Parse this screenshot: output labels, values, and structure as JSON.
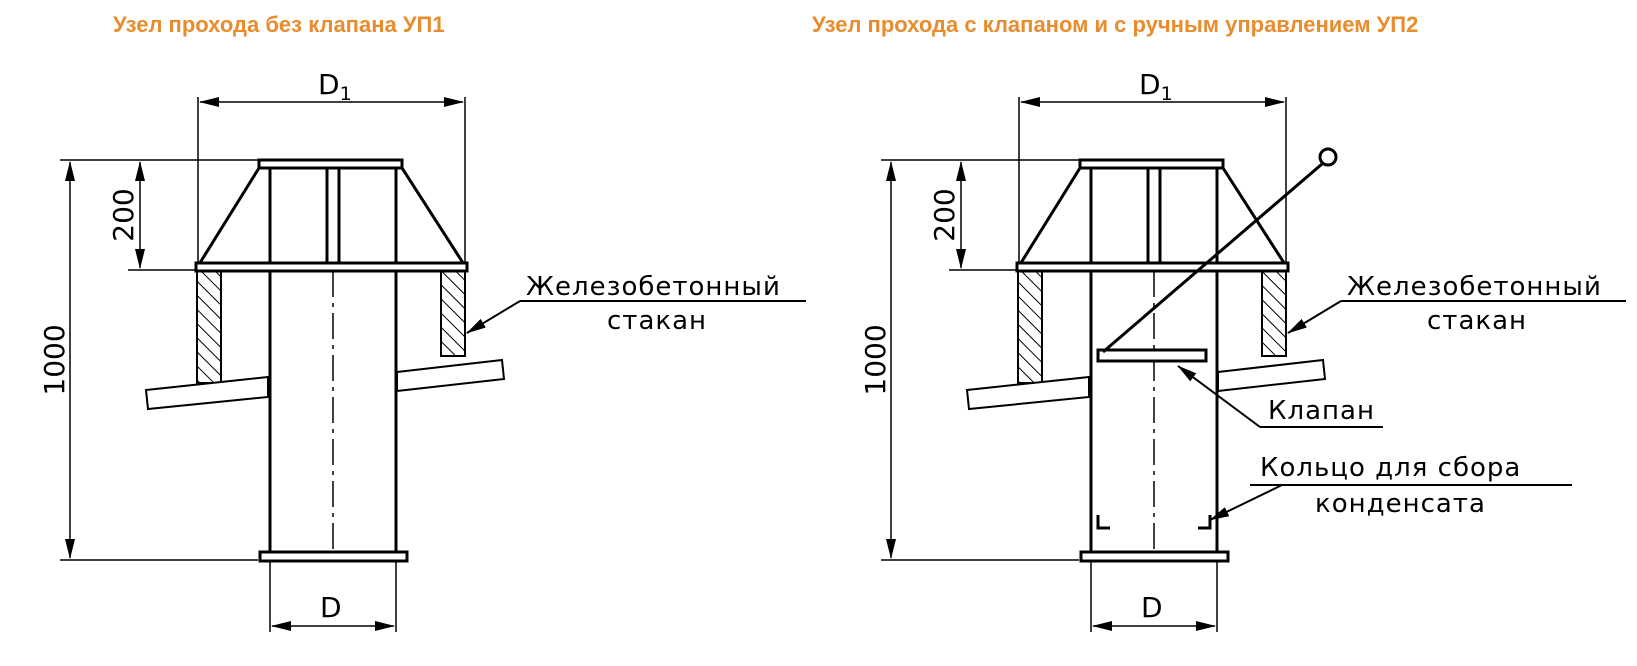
{
  "titles": {
    "left": "Узел прохода без клапана УП1",
    "right": "Узел прохода с клапаном и с ручным управлением УП2"
  },
  "dimensions": {
    "d1_main": "D",
    "d1_sub": "1",
    "d": "D",
    "height_total": "1000",
    "height_top": "200"
  },
  "labels": {
    "concrete_line1": "Железобетонный",
    "concrete_line2": "стакан",
    "valve": "Клапан",
    "ring_line1": "Кольцо для сбора",
    "ring_line2": "конденсата"
  },
  "colors": {
    "title": "#e98c2e",
    "lines": "#000000"
  }
}
